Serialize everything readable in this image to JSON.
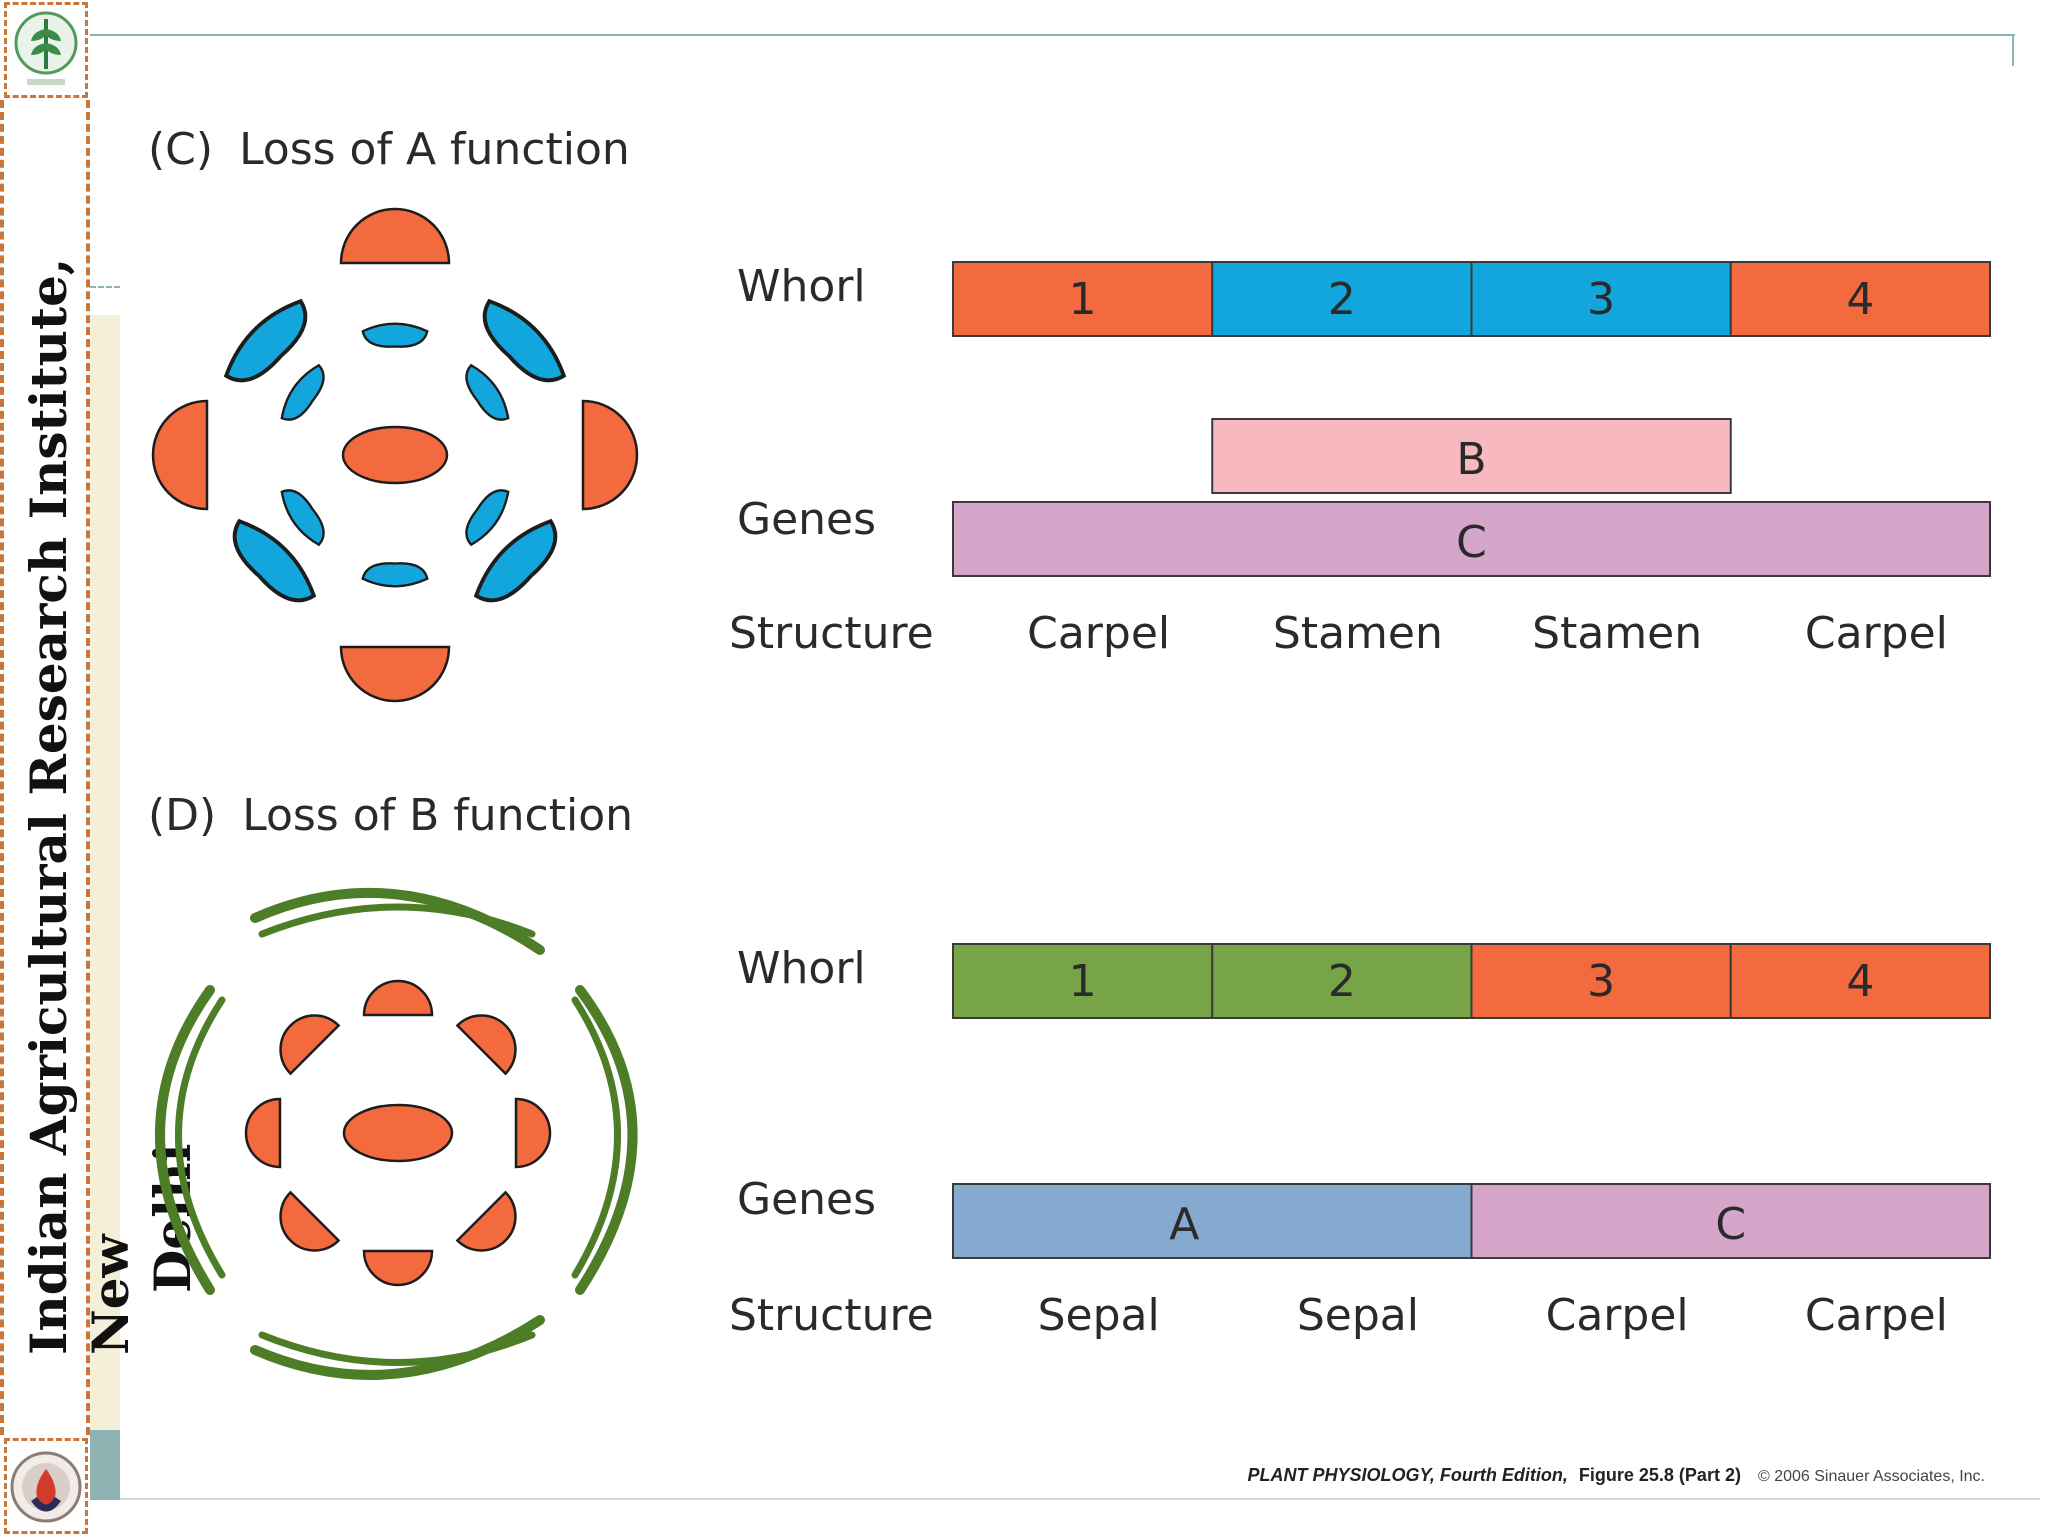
{
  "sidebar": {
    "institute_line1": "Indian Agricultural Research Institute, New",
    "institute_line2": "Delhi"
  },
  "panels": [
    {
      "label": "(C)",
      "title": "Loss of A function",
      "row_labels": {
        "whorl": "Whorl",
        "genes": "Genes",
        "structure": "Structure"
      },
      "whorls": [
        {
          "number": "1",
          "color": "#f26a3d"
        },
        {
          "number": "2",
          "color": "#12a6dc"
        },
        {
          "number": "3",
          "color": "#12a6dc"
        },
        {
          "number": "4",
          "color": "#f26a3d"
        }
      ],
      "genes": [
        {
          "name": "B",
          "color": "#f7b9bf",
          "whorl_span": [
            2,
            3
          ]
        },
        {
          "name": "C",
          "color": "#d5a6ca",
          "whorl_span": [
            1,
            4
          ]
        }
      ],
      "structures": [
        "Carpel",
        "Stamen",
        "Stamen",
        "Carpel"
      ],
      "flower_colors": {
        "outer": "#f26a3d",
        "petals": "#12a6dc",
        "center": "#f26a3d"
      }
    },
    {
      "label": "(D)",
      "title": "Loss of B function",
      "row_labels": {
        "whorl": "Whorl",
        "genes": "Genes",
        "structure": "Structure"
      },
      "whorls": [
        {
          "number": "1",
          "color": "#76a447"
        },
        {
          "number": "2",
          "color": "#76a447"
        },
        {
          "number": "3",
          "color": "#f26a3d"
        },
        {
          "number": "4",
          "color": "#f26a3d"
        }
      ],
      "genes": [
        {
          "name": "A",
          "color": "#86a9d0",
          "whorl_span": [
            1,
            2
          ]
        },
        {
          "name": "C",
          "color": "#d5a6ca",
          "whorl_span": [
            3,
            4
          ]
        }
      ],
      "structures": [
        "Sepal",
        "Sepal",
        "Carpel",
        "Carpel"
      ],
      "flower_colors": {
        "outer": "#4d7d26",
        "petals": "#f26a3d",
        "center": "#f26a3d"
      }
    }
  ],
  "credit": {
    "book": "PLANT PHYSIOLOGY, Fourth Edition,",
    "figure": "Figure 25.8 (Part 2)",
    "copyright": "© 2006 Sinauer Associates, Inc."
  }
}
